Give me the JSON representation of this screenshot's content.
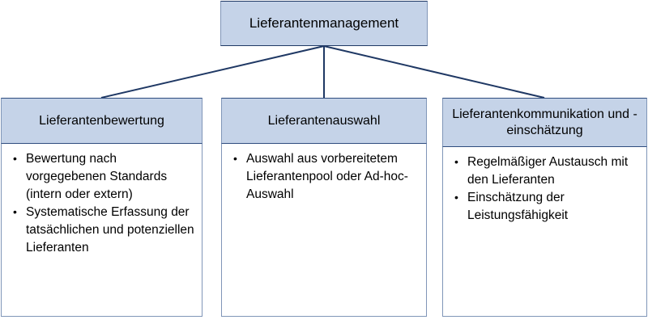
{
  "diagram": {
    "type": "hierarchy-tree",
    "root": {
      "label": "Lieferantenmanagement"
    },
    "colors": {
      "box_fill": "#c5d3e8",
      "box_border": "#8096b8",
      "box_border_strong": "#1f3864",
      "connector_line": "#1f3864",
      "body_fill": "#ffffff",
      "text": "#000000"
    },
    "columns": [
      {
        "header": "Lieferantenbewertung",
        "bullets": [
          "Bewertung nach vorgegebenen Standards (intern oder extern)",
          "Systematische Erfassung der tatsächlichen und potenziellen Lieferanten"
        ]
      },
      {
        "header": "Lieferantenauswahl",
        "bullets": [
          "Auswahl aus vorbereitetem Lieferantenpool oder Ad-hoc-Auswahl"
        ]
      },
      {
        "header": "Lieferantenkommunikation und -einschätzung",
        "bullets": [
          "Regelmäßiger Austausch mit den Lieferanten",
          "Einschätzung der Leistungsfähigkeit"
        ]
      }
    ]
  }
}
